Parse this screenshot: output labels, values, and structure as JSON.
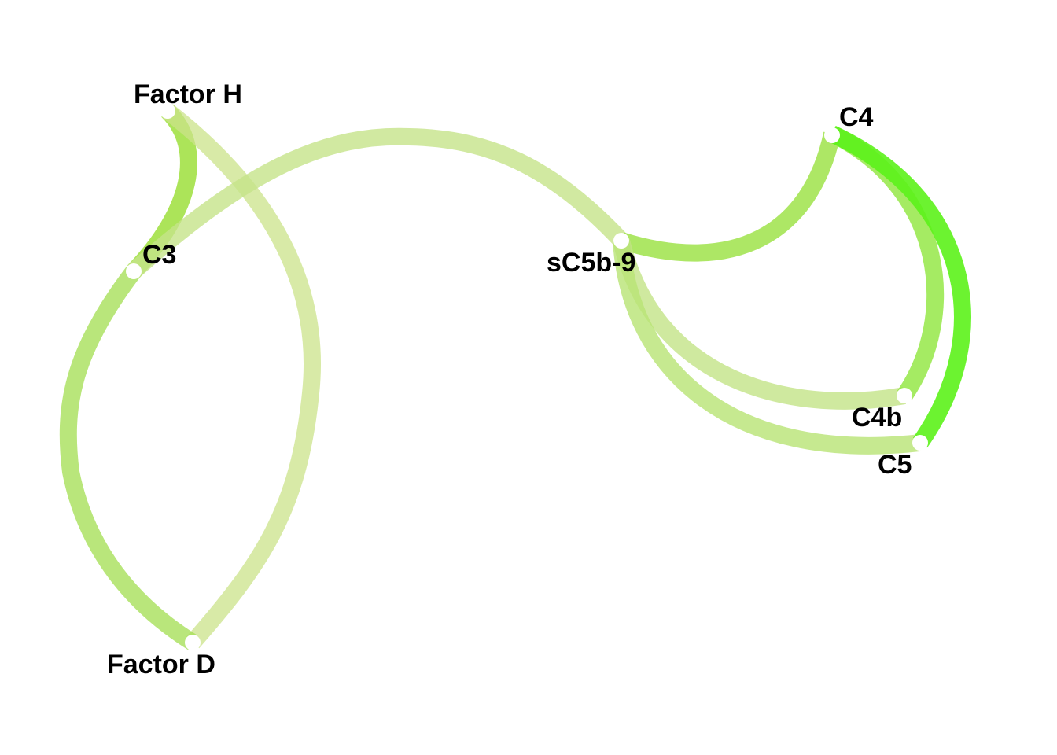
{
  "nodes": {
    "factor_h": {
      "label": "Factor H"
    },
    "c3": {
      "label": "C3"
    },
    "factor_d": {
      "label": "Factor D"
    },
    "sc5b9": {
      "label": "sC5b-9"
    },
    "c4": {
      "label": "C4"
    },
    "c4b": {
      "label": "C4b"
    },
    "c5": {
      "label": "C5"
    }
  },
  "edges": [
    {
      "from": "Factor H",
      "to": "C3",
      "color": "#9edf3c",
      "opacity": 0.85
    },
    {
      "from": "Factor H",
      "to": "Factor D",
      "color": "#cbe38a",
      "opacity": 0.75
    },
    {
      "from": "C3",
      "to": "Factor D",
      "color": "#a8e05a",
      "opacity": 0.8
    },
    {
      "from": "C3",
      "to": "sC5b-9",
      "color": "#c6e38a",
      "opacity": 0.8
    },
    {
      "from": "sC5b-9",
      "to": "C4",
      "color": "#9fe34a",
      "opacity": 0.85
    },
    {
      "from": "sC5b-9",
      "to": "C4b",
      "color": "#c3e487",
      "opacity": 0.8
    },
    {
      "from": "sC5b-9",
      "to": "C5",
      "color": "#b8e474",
      "opacity": 0.8
    },
    {
      "from": "C4",
      "to": "C4b",
      "color": "#8ee63c",
      "opacity": 0.8
    },
    {
      "from": "C4",
      "to": "C5",
      "color": "#5cf21a",
      "opacity": 0.9
    }
  ]
}
